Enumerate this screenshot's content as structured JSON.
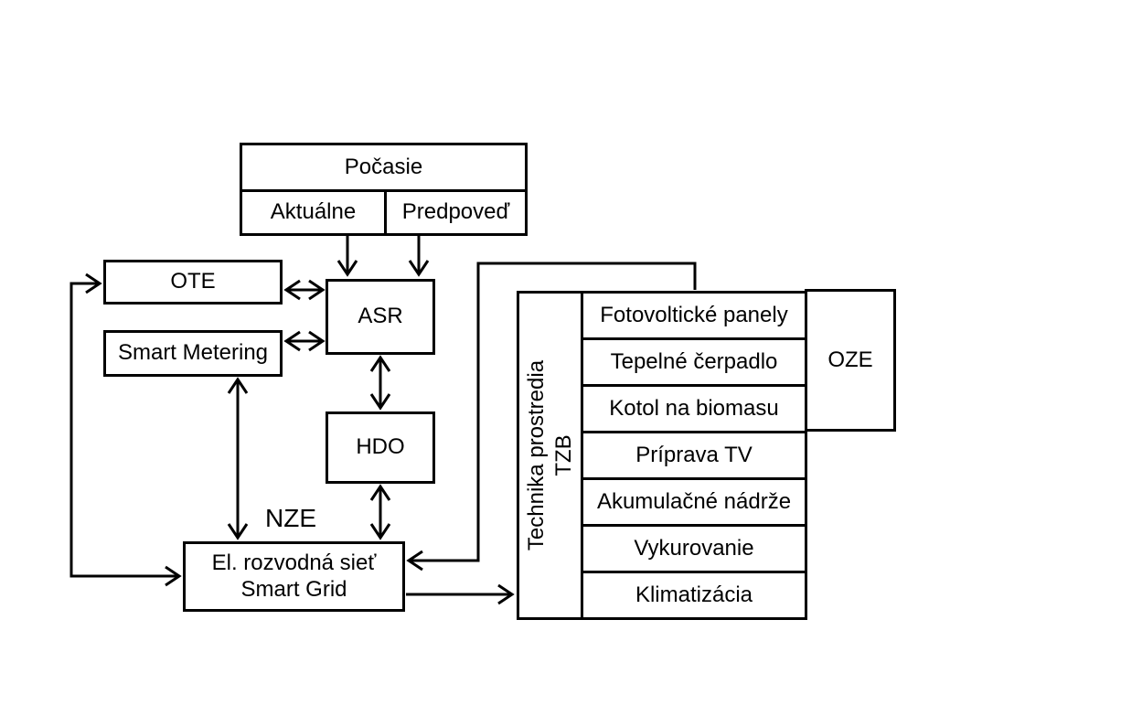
{
  "colors": {
    "line": "#000000",
    "background": "#ffffff",
    "text": "#000000"
  },
  "weather": {
    "title": "Počasie",
    "current": "Aktuálne",
    "forecast": "Predpoveď"
  },
  "nodes": {
    "ote": "OTE",
    "smart_metering": "Smart Metering",
    "asr": "ASR",
    "hdo": "HDO",
    "nze": "NZE",
    "grid_line1": "El. rozvodná sieť",
    "grid_line2": "Smart Grid",
    "oze": "OZE"
  },
  "tzb": {
    "label_line1": "Technika prostredia",
    "label_line2": "TZB",
    "rows": [
      "Fotovoltické panely",
      "Tepelné čerpadlo",
      "Kotol na biomasu",
      "Príprava TV",
      "Akumulačné nádrže",
      "Vykurovanie",
      "Klimatizácia"
    ]
  }
}
